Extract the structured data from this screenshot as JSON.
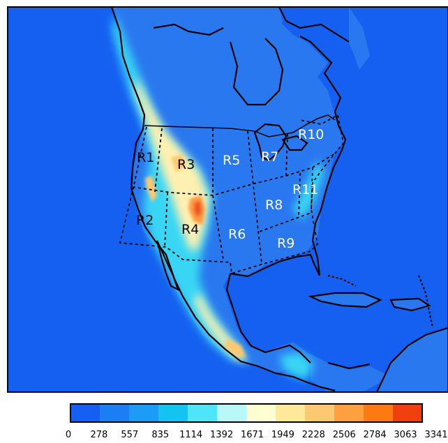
{
  "regions": [
    {
      "id": "R1",
      "label": "R1",
      "color": "#000000"
    },
    {
      "id": "R2",
      "label": "R2",
      "color": "#000000"
    },
    {
      "id": "R3",
      "label": "R3",
      "color": "#000000"
    },
    {
      "id": "R4",
      "label": "R4",
      "color": "#000000"
    },
    {
      "id": "R5",
      "label": "R5",
      "color": "#ffffff"
    },
    {
      "id": "R6",
      "label": "R6",
      "color": "#ffffff"
    },
    {
      "id": "R7",
      "label": "R7",
      "color": "#ffffff"
    },
    {
      "id": "R8",
      "label": "R8",
      "color": "#ffffff"
    },
    {
      "id": "R9",
      "label": "R9",
      "color": "#ffffff"
    },
    {
      "id": "R10",
      "label": "R10",
      "color": "#ffffff"
    },
    {
      "id": "R11",
      "label": "R11",
      "color": "#ffffff"
    }
  ],
  "colorbar": {
    "ticks": [
      "0",
      "278",
      "557",
      "835",
      "1114",
      "1392",
      "1671",
      "1949",
      "2228",
      "2506",
      "2784",
      "3063",
      "3341"
    ],
    "colors": [
      "#1560f0",
      "#1a7ef4",
      "#1c9cf4",
      "#14c4f0",
      "#4fe4f8",
      "#b8f8f8",
      "#fefed0",
      "#fee89a",
      "#fec870",
      "#fea040",
      "#fe7814",
      "#f04010"
    ]
  },
  "map_colors": {
    "ocean": "#1560f0",
    "lowland": "#2a78f0",
    "coastline": "#000000",
    "region_boundary": "#000000"
  }
}
